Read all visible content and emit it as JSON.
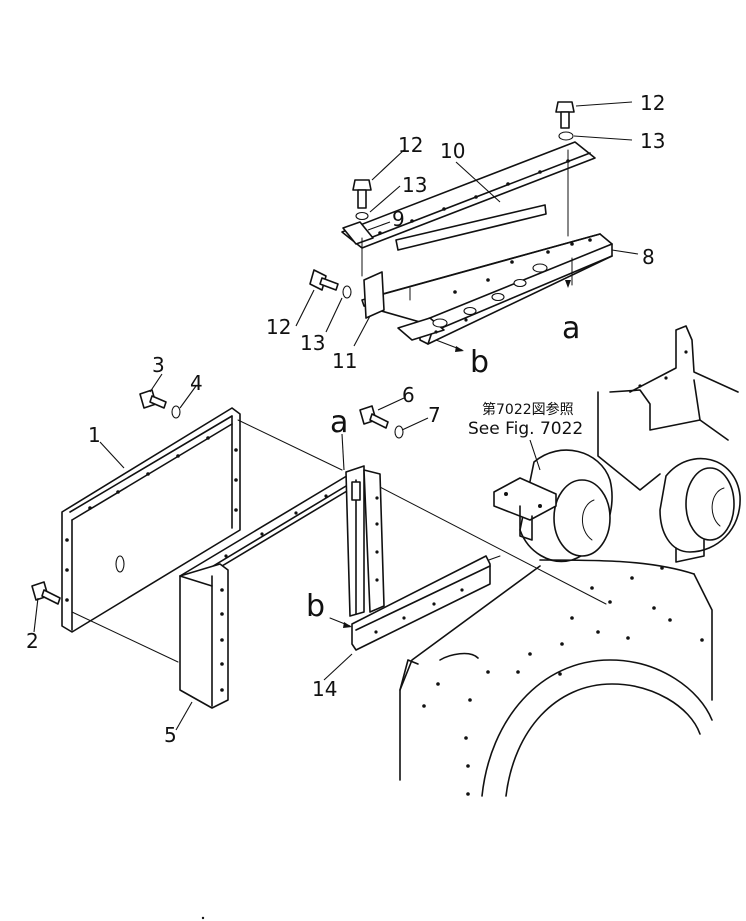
{
  "parts": {
    "p1": "1",
    "p2": "2",
    "p3": "3",
    "p4": "4",
    "p5": "5",
    "p6": "6",
    "p7": "7",
    "p8": "8",
    "p9": "9",
    "p10": "10",
    "p11": "11",
    "p12a": "12",
    "p12b": "12",
    "p12c": "12",
    "p13a": "13",
    "p13b": "13",
    "p13c": "13",
    "p14": "14"
  },
  "markers": {
    "a_top": "a",
    "a_mid": "a",
    "b_top": "b",
    "b_mid": "b"
  },
  "reference": {
    "jp": "第7022図参照",
    "en": "See Fig. 7022"
  }
}
